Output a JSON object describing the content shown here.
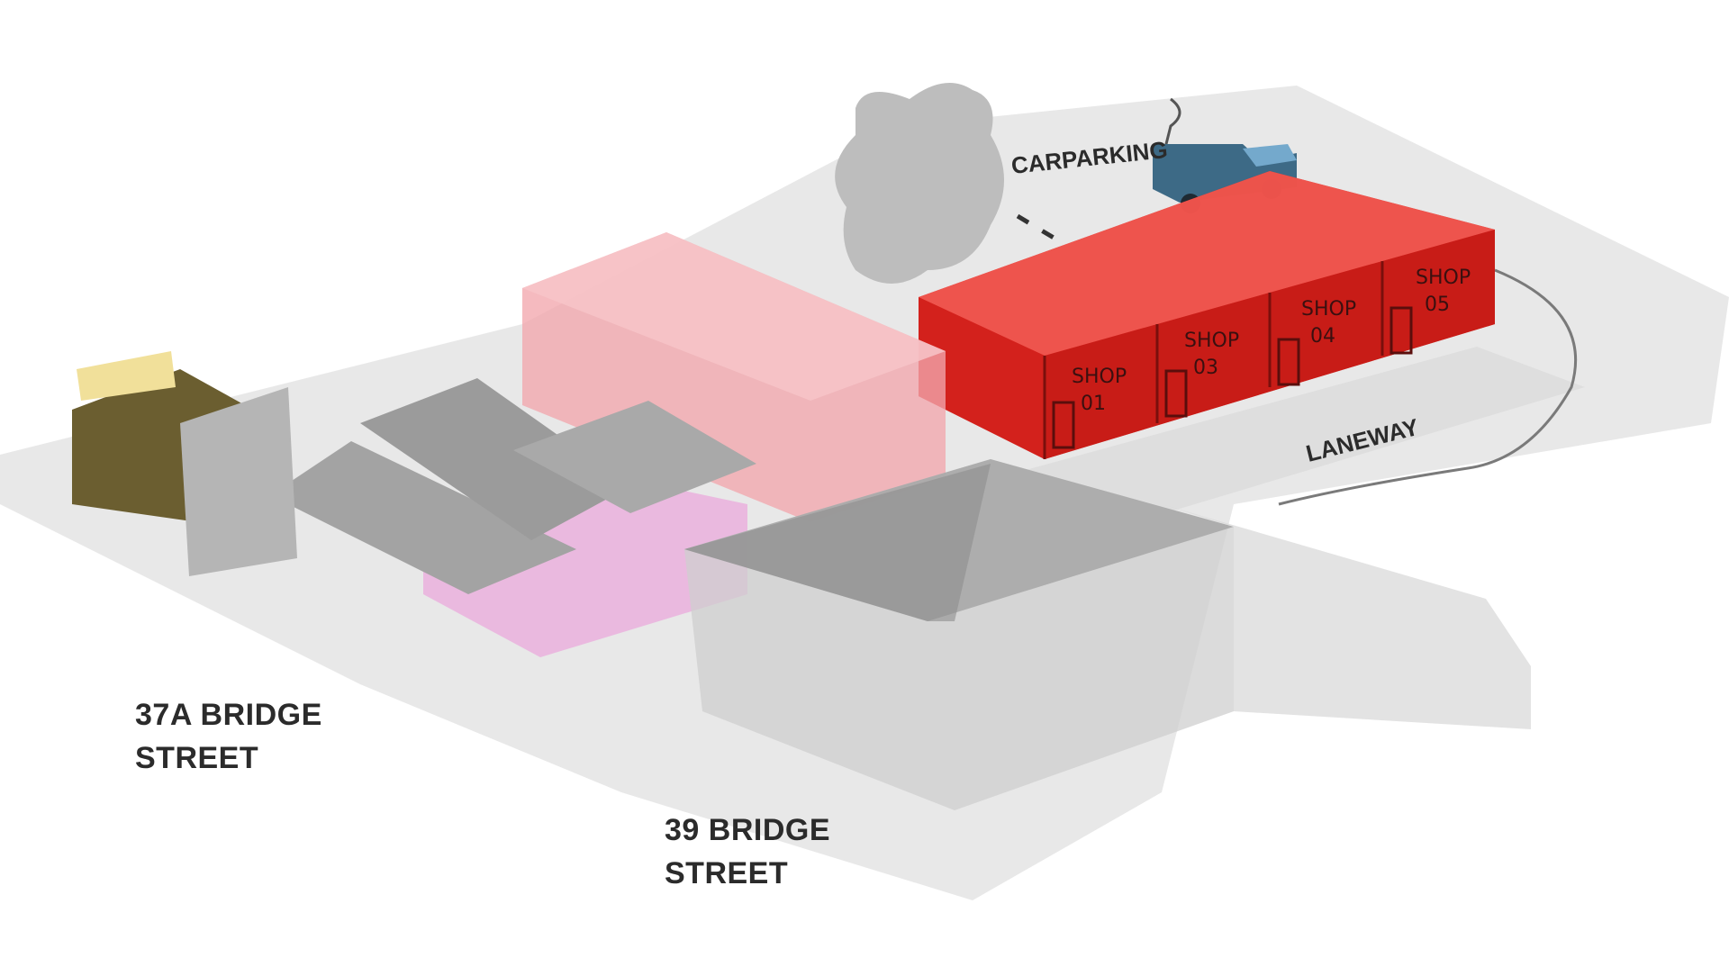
{
  "labels": {
    "carparking": "CARPARKING",
    "laneway": "LANEWAY",
    "bridge_37a_line1": "37A BRIDGE",
    "bridge_37a_line2": "STREET",
    "bridge_39_line1": "39 BRIDGE",
    "bridge_39_line2": "STREET"
  },
  "shops": [
    {
      "line1": "SHOP",
      "line2": "01"
    },
    {
      "line1": "SHOP",
      "line2": "03"
    },
    {
      "line1": "SHOP",
      "line2": "04"
    },
    {
      "line1": "SHOP",
      "line2": "05"
    }
  ],
  "colors": {
    "ground": "#e6e6e6",
    "new_shops": "#e2241f",
    "pink_building": "#f2a7ad",
    "pink_house": "#eab9df",
    "grey_roof": "#a9a9a9",
    "tree": "#b9b9b9",
    "truck": "#3d6a86"
  }
}
